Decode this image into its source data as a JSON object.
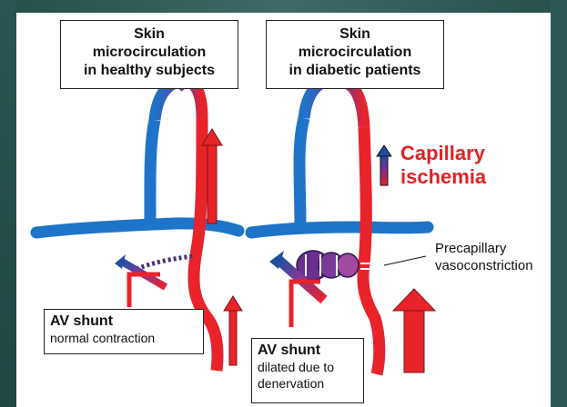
{
  "diagram": {
    "healthy_title": [
      "Skin",
      "microcirculation",
      "in healthy subjects"
    ],
    "diabetic_title": [
      "Skin",
      "microcirculation",
      "in diabetic patients"
    ],
    "ischemia_label": [
      "Capillary",
      "ischemia"
    ],
    "precapillary_label": [
      "Precapillary",
      "vasoconstriction"
    ],
    "shunt_healthy": {
      "heading": "AV shunt",
      "lines": [
        "normal contraction"
      ]
    },
    "shunt_diabetic": {
      "heading": "AV shunt",
      "lines": [
        "dilated due to",
        "denervation"
      ]
    }
  },
  "colors": {
    "artery_red": "#e8232a",
    "vein_blue": "#1e74c8",
    "shunt_purple": "#6a2f8f",
    "label_red": "#e02222"
  }
}
